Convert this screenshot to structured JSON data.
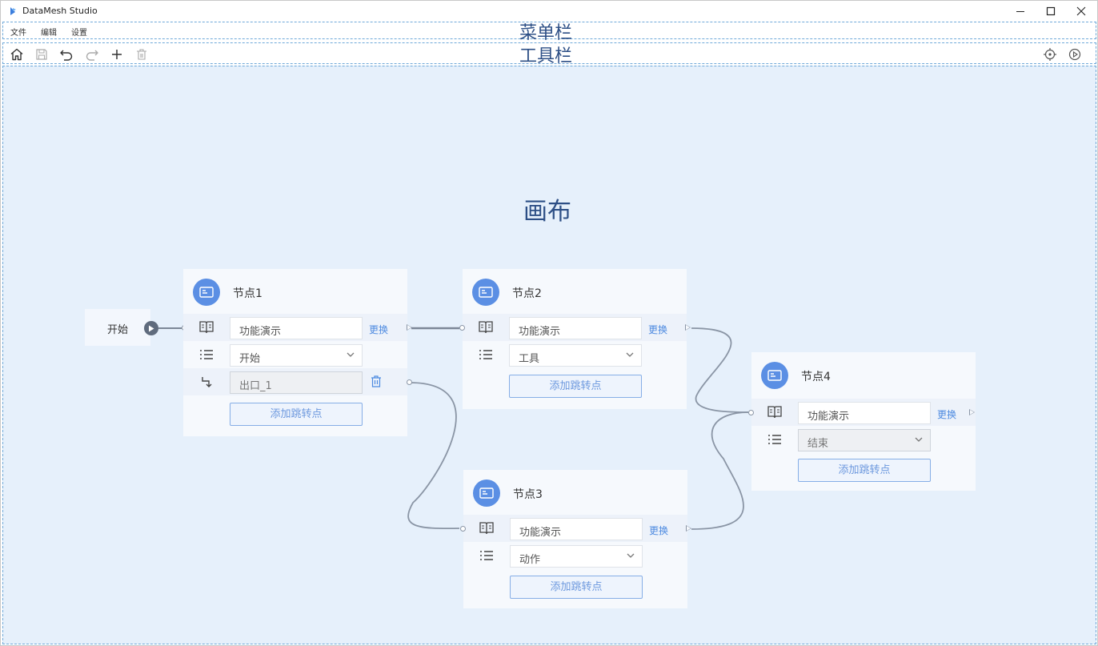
{
  "app": {
    "title": "DataMesh Studio"
  },
  "menubar": {
    "items": [
      {
        "label": "文件"
      },
      {
        "label": "编辑"
      },
      {
        "label": "设置"
      }
    ],
    "region_label": "菜单栏"
  },
  "toolbar": {
    "region_label": "工具栏",
    "left_icons": [
      "home-icon",
      "save-icon",
      "undo-icon",
      "redo-icon",
      "add-icon",
      "delete-icon"
    ],
    "right_icons": [
      "locate-icon",
      "play-icon"
    ]
  },
  "canvas": {
    "region_label": "画布",
    "start": {
      "label": "开始"
    },
    "nodes": [
      {
        "title": "节点1",
        "function": "功能演示",
        "change_label": "更换",
        "select_value": "开始",
        "exit_label": "出口_1",
        "add_jump_label": "添加跳转点"
      },
      {
        "title": "节点2",
        "function": "功能演示",
        "change_label": "更换",
        "select_value": "工具",
        "add_jump_label": "添加跳转点"
      },
      {
        "title": "节点3",
        "function": "功能演示",
        "change_label": "更换",
        "select_value": "动作",
        "add_jump_label": "添加跳转点"
      },
      {
        "title": "节点4",
        "function": "功能演示",
        "change_label": "更换",
        "select_value": "结束",
        "add_jump_label": "添加跳转点"
      }
    ]
  },
  "colors": {
    "accent": "#5b8fe4",
    "canvas_bg": "#e6f0fb",
    "region_label": "#2d4f86",
    "link": "#4d8ae0"
  }
}
